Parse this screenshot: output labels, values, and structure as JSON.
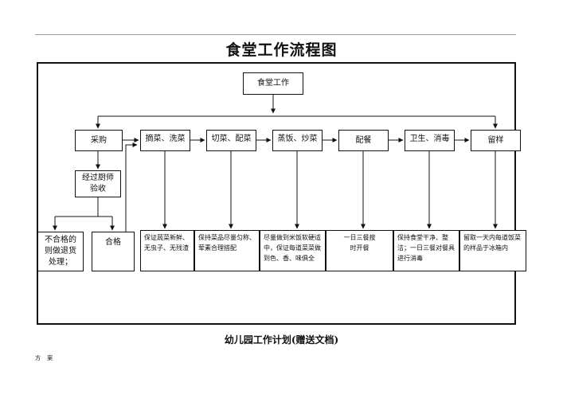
{
  "title": "食堂工作流程图",
  "root": "食堂工作",
  "steps": [
    "采购",
    "摘菜、洗菜",
    "切菜、配菜",
    "蒸饭、炒菜",
    "配餐",
    "卫生、消毒",
    "留样"
  ],
  "inspection": "经过厨师验收",
  "outcomes": {
    "reject": "不合格的则做退货处理；",
    "pass": "合格"
  },
  "descriptions": [
    "保证蔬菜新鲜、无虫子、无残渣",
    "保持菜品尽量匀称、荤素合理搭配",
    "尽量做到米饭软硬适中，保证每道菜菜做到色、香、味俱全",
    "一日三餐按时开餐",
    "保持食堂干净、整洁；一日三餐对餐具进行消毒",
    "留取一天内每道饭菜的样品于冰箱内"
  ],
  "caption": "幼儿园工作计划(赠送文档)",
  "footer": "方 案"
}
